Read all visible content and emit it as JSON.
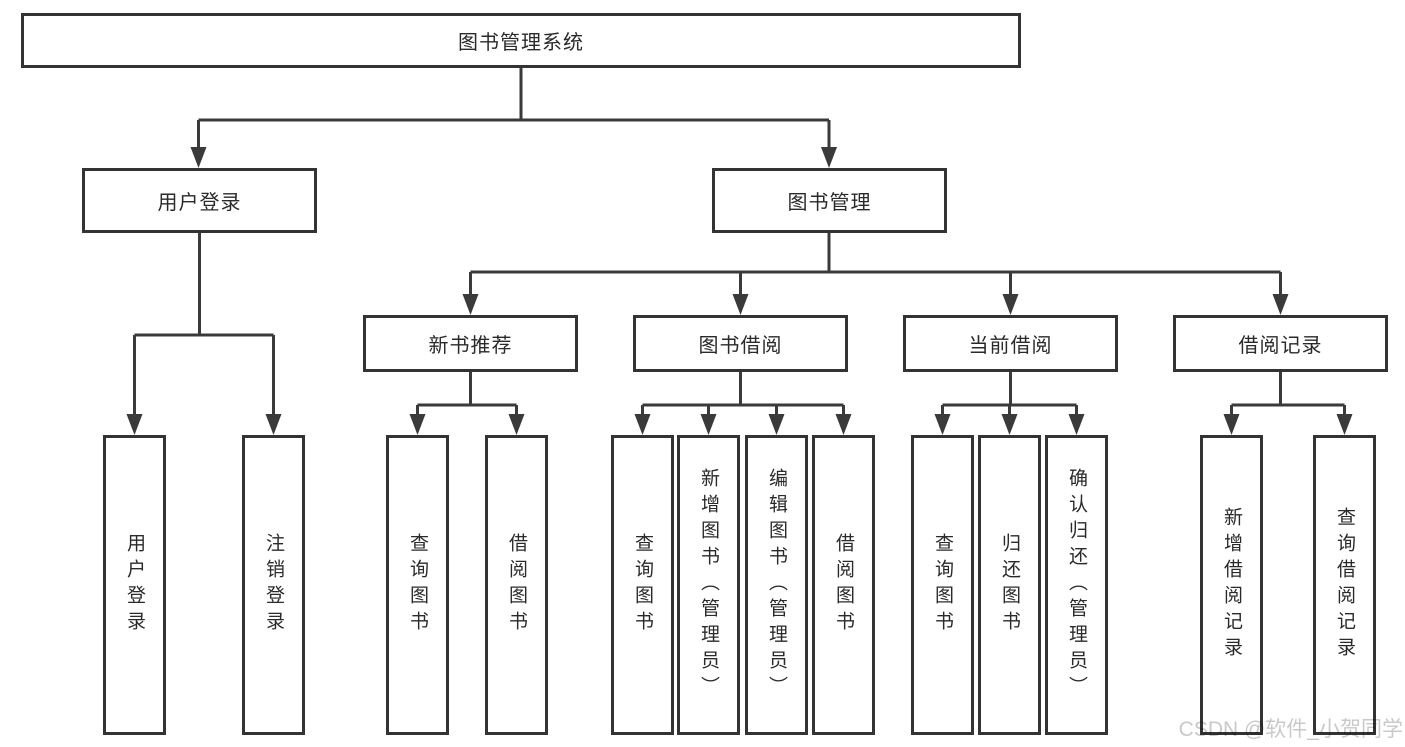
{
  "diagram_title": "图书管理系统",
  "tree": {
    "label": "图书管理系统",
    "children": [
      {
        "label": "用户登录",
        "children": [
          {
            "label": "用户登录"
          },
          {
            "label": "注销登录"
          }
        ]
      },
      {
        "label": "图书管理",
        "children": [
          {
            "label": "新书推荐",
            "children": [
              {
                "label": "查询图书"
              },
              {
                "label": "借阅图书"
              }
            ]
          },
          {
            "label": "图书借阅",
            "children": [
              {
                "label": "查询图书"
              },
              {
                "label": "新增图书（管理员）"
              },
              {
                "label": "编辑图书（管理员）"
              },
              {
                "label": "借阅图书"
              }
            ]
          },
          {
            "label": "当前借阅",
            "children": [
              {
                "label": "查询图书"
              },
              {
                "label": "归还图书"
              },
              {
                "label": "确认归还（管理员）"
              }
            ]
          },
          {
            "label": "借阅记录",
            "children": [
              {
                "label": "新增借阅记录"
              },
              {
                "label": "查询借阅记录"
              }
            ]
          }
        ]
      }
    ]
  },
  "watermark": "CSDN @软件_小贺同学",
  "icons": {
    "arrowhead": "solid-triangle-down"
  },
  "colors": {
    "background": "#ffffff",
    "box_border": "#333333",
    "connector_line": "#3a3a3a",
    "text": "#2a2a2a",
    "watermark": "#c9c9c9"
  }
}
